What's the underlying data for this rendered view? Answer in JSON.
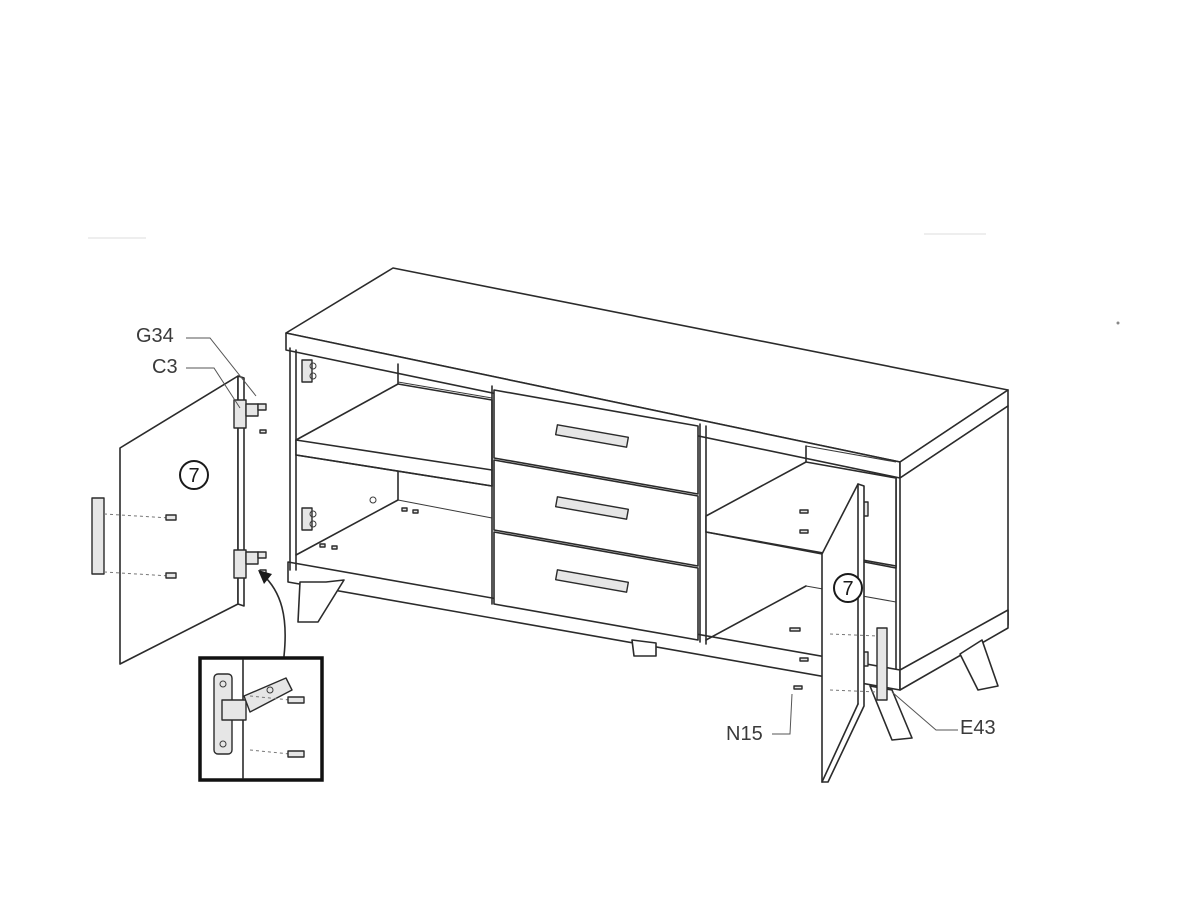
{
  "labels": {
    "g34": "G34",
    "c3": "C3",
    "n15": "N15",
    "e43": "E43"
  },
  "door_numbers": {
    "left": "7",
    "right": "7"
  }
}
